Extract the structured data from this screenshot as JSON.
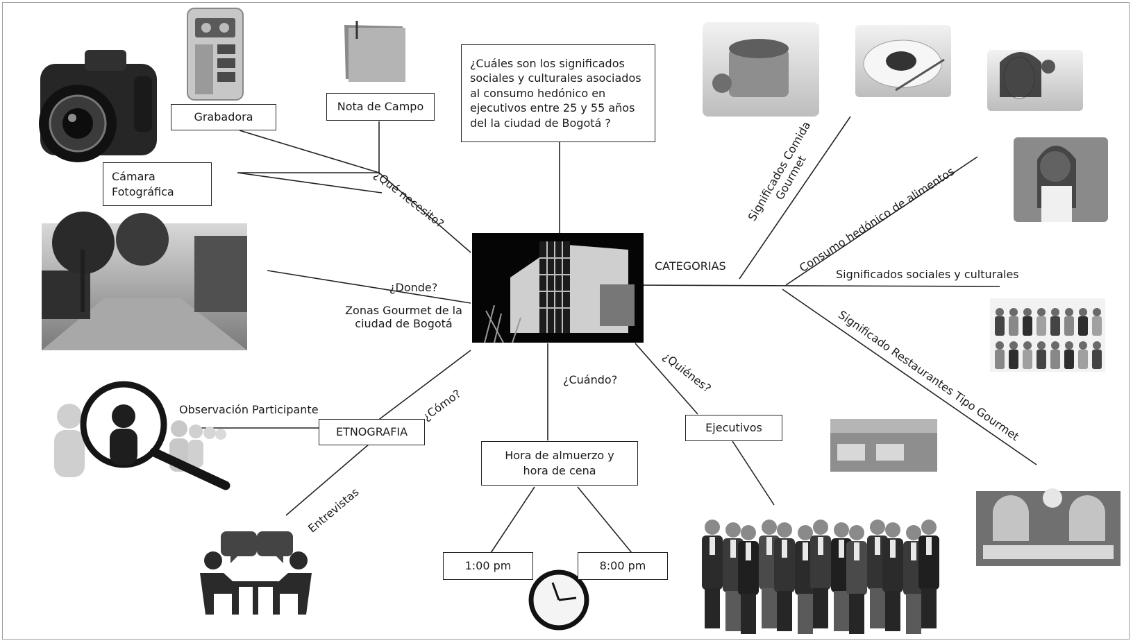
{
  "question": "¿Cuáles son los significados\nsociales y culturales asociados\nal consumo hedónico en\nejecutivos entre 25 y 55 años\ndel la ciudad de Bogotá ?",
  "boxes": {
    "grabadora": "Grabadora",
    "nota_campo": "Nota de Campo",
    "camara": "Cámara\nFotográfica",
    "etnografia": "ETNOGRAFIA",
    "hora": "Hora de almuerzo y\nhora de cena",
    "time1": "1:00 pm",
    "time2": "8:00 pm",
    "ejecutivos": "Ejecutivos"
  },
  "labels": {
    "que_necesito": "¿Qué necesito?",
    "donde": "¿Donde?",
    "zonas": "Zonas Gourmet de la\nciudad de Bogotá",
    "como": "¿Cómo?",
    "observacion": "Observación Participante",
    "entrevistas": "Entrevistas",
    "cuando": "¿Cuándo?",
    "quienes": "¿Quiénes?",
    "categorias": "CATEGORIAS",
    "sig_comida": "Significados Comida\nGourmet",
    "consumo": "Consumo hedónico de alimentos",
    "sociales": "Significados sociales y culturales",
    "restaurantes": "Significado Restaurantes Tipo Gourmet"
  },
  "icons": [
    "camera-icon",
    "recorder-icon",
    "note-icon",
    "building-photo",
    "street-photo",
    "magnifier-people-icon",
    "interview-icon",
    "clock-icon",
    "executives-group",
    "dessert-photo",
    "plate-photo",
    "woman-eating-photo",
    "woman-fruit-photo",
    "cartoon-people-photo",
    "restaurant-photo-1",
    "restaurant-photo-2"
  ],
  "colors": {
    "line": "#222222",
    "box_border": "#222222",
    "background": "#ffffff"
  }
}
